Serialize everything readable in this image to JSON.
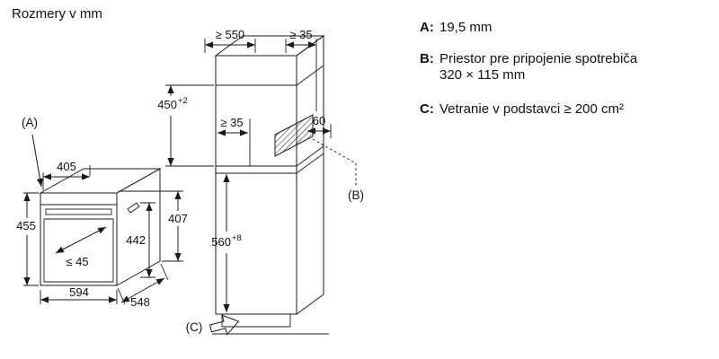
{
  "title": "Rozmery v mm",
  "oven": {
    "label_a": "(A)",
    "dims": {
      "top_depth": "405",
      "height_left": "455",
      "height_inner": "442",
      "height_right": "407",
      "handle": "≤ 45",
      "width": "594",
      "depth": "548"
    }
  },
  "cabinet": {
    "label_b": "(B)",
    "label_c": "(C)",
    "dims": {
      "depth": "≥ 550",
      "top_gap": "≥ 35",
      "niche_height": "450",
      "niche_height_sup": "+2",
      "front_gap": "≥ 35",
      "vent_offset": "60",
      "lower_height": "560",
      "lower_height_sup": "+8"
    }
  },
  "legend": {
    "a_key": "A:",
    "a_value": "19,5 mm",
    "b_key": "B:",
    "b_value_line1": "Priestor pre pripojenie spotrebiča",
    "b_value_line2": "320 × 115 mm",
    "c_key": "C:",
    "c_value": "Vetranie v podstavci ≥ 200 cm²"
  },
  "colors": {
    "line": "#1a1a1a",
    "background": "#ffffff"
  }
}
